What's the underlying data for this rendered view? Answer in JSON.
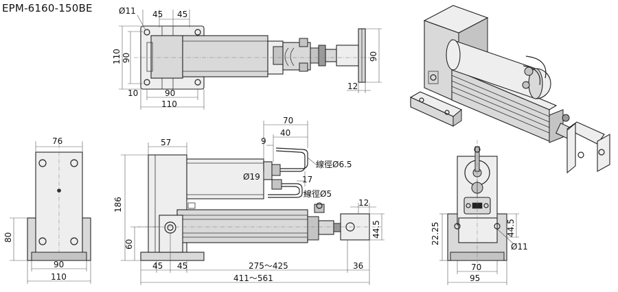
{
  "model": "EPM-6160-150BE",
  "dimensions": {
    "top_hole": "Ø11",
    "top_45a": "45",
    "top_45b": "45",
    "top_110": "110",
    "top_90v": "90",
    "top_90v_right": "90",
    "top_12": "12",
    "top_10": "10",
    "top_90h": "90",
    "top_110h": "110",
    "end_76": "76",
    "end_80": "80",
    "end_90": "90",
    "end_110": "110",
    "side_57": "57",
    "side_70": "70",
    "side_40": "40",
    "side_9": "9",
    "side_cable1": "線徑Ø6.5",
    "side_phi19": "Ø19",
    "side_17": "17",
    "side_cable2": "線徑Ø5",
    "side_12": "12",
    "side_186": "186",
    "side_60": "60",
    "side_44_5": "44.5",
    "side_45a": "45",
    "side_45b": "45",
    "side_stroke": "275～425",
    "side_36": "36",
    "side_total": "411～561",
    "front_22_25": "22.25",
    "front_44_5": "44.5",
    "front_hole": "Ø11",
    "front_70": "70",
    "front_95": "95"
  }
}
